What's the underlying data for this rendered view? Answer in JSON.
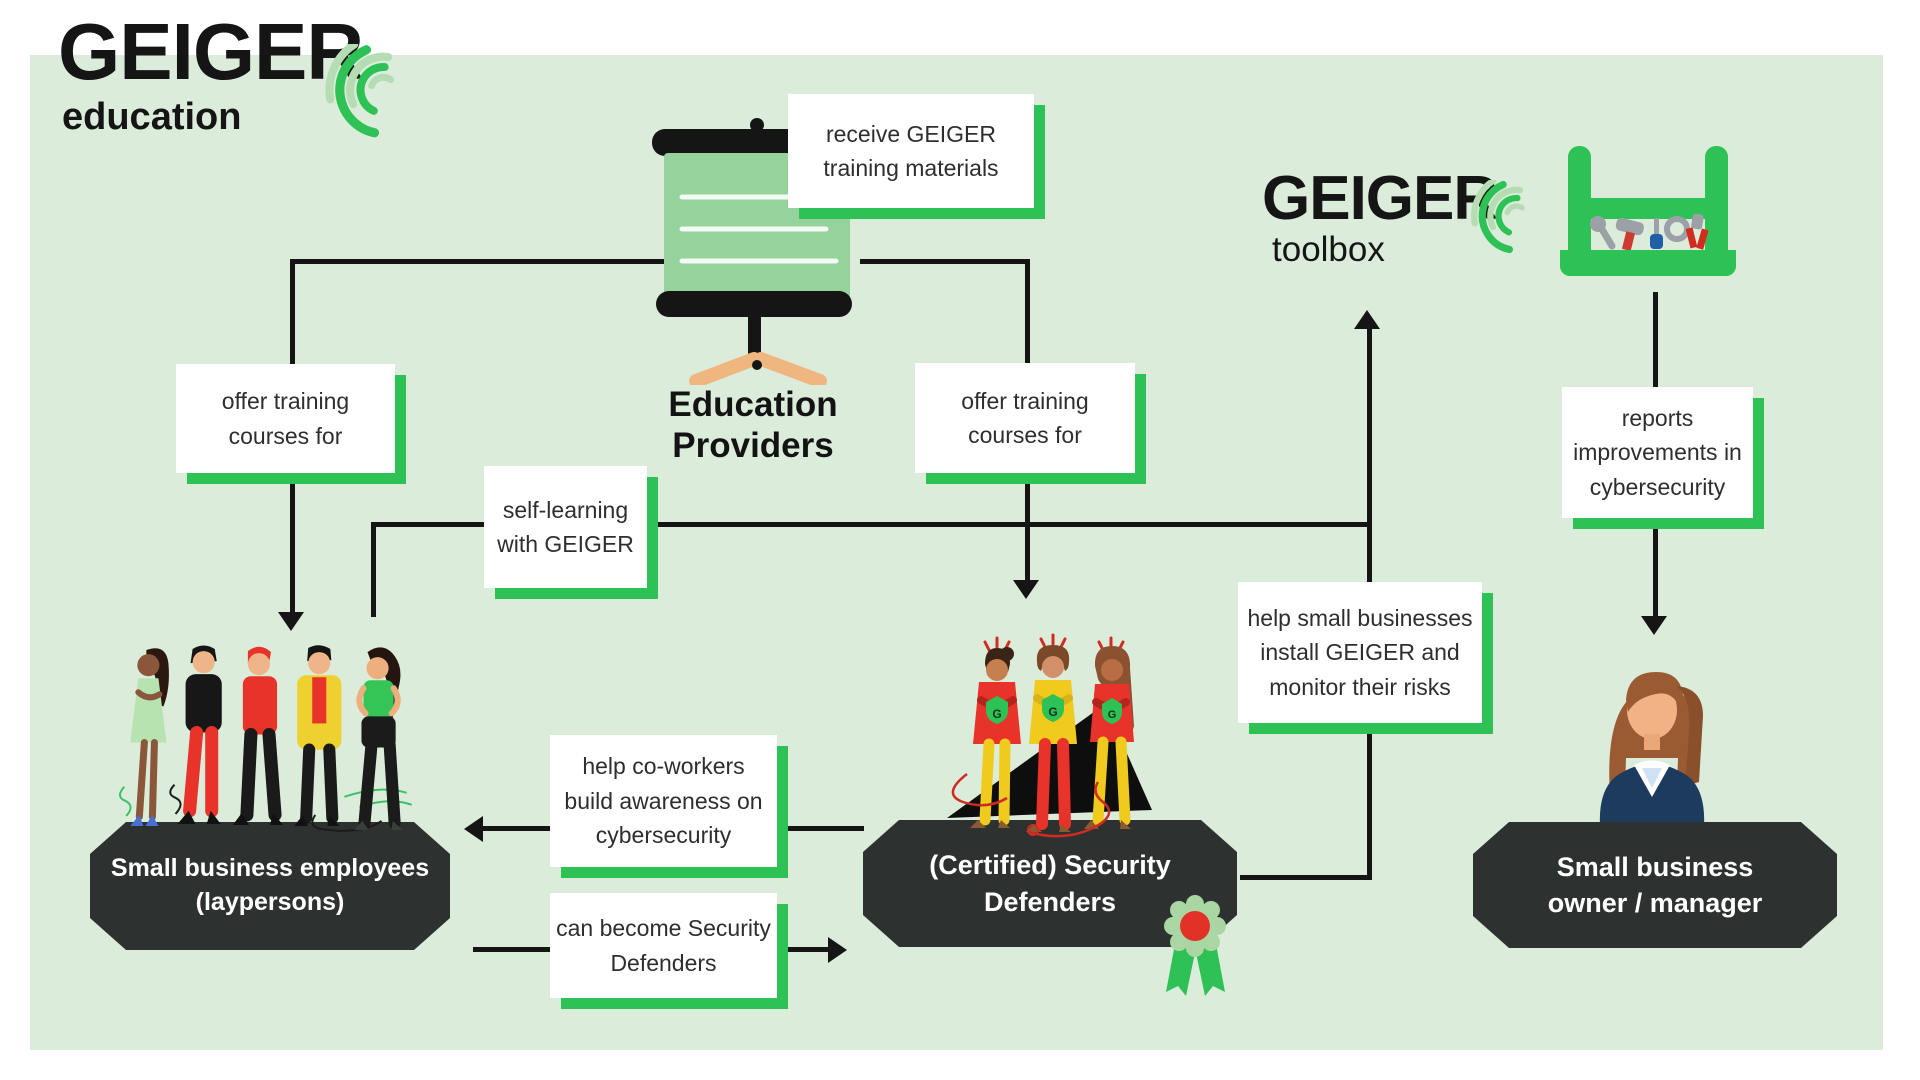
{
  "colors": {
    "canvas_bg": "#dbecdb",
    "accent_green": "#2ec155",
    "pale_green": "#b5dcb2",
    "board_green": "#95d29c",
    "banner_dark": "#2d3230",
    "line_black": "#151515",
    "red": "#e8332a",
    "yellow": "#eed02f",
    "navy_blazer": "#1d3a5f"
  },
  "logo_education": {
    "title": "GEIGER",
    "subtitle": "education"
  },
  "logo_toolbox": {
    "title": "GEIGER",
    "subtitle": "toolbox"
  },
  "providers_label": "Education\nProviders",
  "boxes": {
    "receive": "receive GEIGER\ntraining materials",
    "offer_left": "offer training\ncourses for",
    "offer_center": "offer training\ncourses for",
    "self_learning": "self-learning\nwith GEIGER",
    "reports": "reports\nimprovements in\ncybersecurity",
    "help_install": "help small businesses\ninstall GEIGER and\nmonitor their risks",
    "help_coworkers": "help co-workers\nbuild awareness on\ncybersecurity",
    "can_become": "can become Security\nDefenders"
  },
  "banners": {
    "employees": "Small business  employees\n(laypersons)",
    "defenders": "(Certified) Security\nDefenders",
    "owner": "Small business\nowner / manager"
  },
  "badge_letter": "G"
}
